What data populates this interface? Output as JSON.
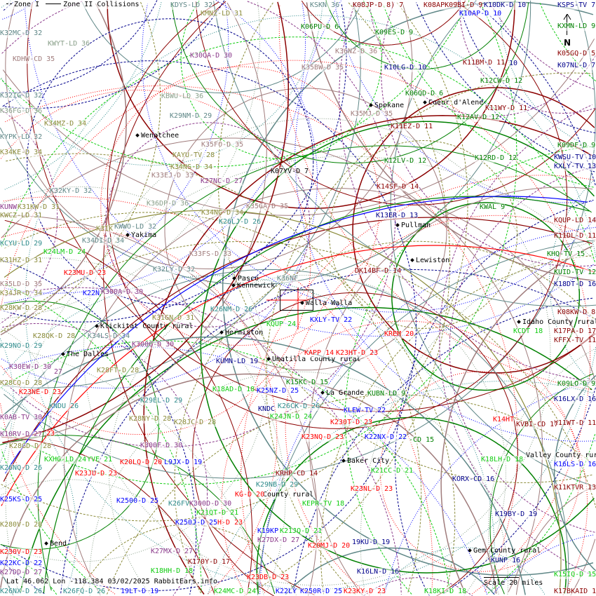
{
  "legend": {
    "zone1": "Zone I",
    "zone2": "Zone II",
    "collisions": "Collisions"
  },
  "footer": {
    "coords": "Lat 46.062 Lon -118.384 03/02/2025 RabbitEars.info"
  },
  "scale": {
    "label": "Scale 20 miles"
  },
  "compass": {
    "north": "N"
  },
  "colors": {
    "s": "#5f8787",
    "s2": "#8aa08a",
    "o": "#8b8b3a",
    "r": "#a07c7c",
    "p": "#8b3a8b",
    "R": "#ff0000",
    "d": "#8b0000",
    "b": "#0000ff",
    "n": "#00008b",
    "g": "#008000",
    "l": "#10cc10",
    "t": "#2e8b8b",
    "k": "#000000"
  },
  "labels": [
    {
      "t": "K32MC-D 32",
      "c": "s"
    },
    {
      "t": "KWYT-LD 36",
      "c": "s2"
    },
    {
      "t": "KDHW-CD 35",
      "c": "r"
    },
    {
      "t": "K32IG-D 32",
      "c": "s"
    },
    {
      "t": "K36FG-D 36",
      "c": "s2"
    },
    {
      "t": "K34MZ-D 34",
      "c": "o"
    },
    {
      "t": "KYPK-LD 32",
      "c": "s"
    },
    {
      "t": "K34KE-D 34",
      "c": "o"
    },
    {
      "t": "KDYS-LD 32",
      "c": "s"
    },
    {
      "t": "KMNZ-LD 31",
      "c": "o"
    },
    {
      "t": "K30QA-D 30",
      "c": "p"
    },
    {
      "t": "KBWU-LD 36",
      "c": "s2"
    },
    {
      "t": "K29NM-D 29",
      "c": "s"
    },
    {
      "t": "Wenatchee",
      "c": "k",
      "city": true
    },
    {
      "t": "K35FO-D 35",
      "c": "r"
    },
    {
      "t": "KAYU-TV 28",
      "c": "o"
    },
    {
      "t": "K34NS-D 34",
      "c": "o"
    },
    {
      "t": "K33EJ-D 33",
      "c": "r"
    },
    {
      "t": "K27NC-D 27",
      "c": "p"
    },
    {
      "t": "K07YV-D 7",
      "c": "k"
    },
    {
      "t": "K32KY-D 32",
      "c": "s"
    },
    {
      "t": "KUNW",
      "c": "p"
    },
    {
      "t": "K31KW-D 31",
      "c": "o"
    },
    {
      "t": "KWCZ-LD 31",
      "c": "o"
    },
    {
      "t": "K36DP-D 36",
      "c": "s2"
    },
    {
      "t": "K34NG-D 34",
      "c": "o"
    },
    {
      "t": "K35GA-D 35",
      "c": "r"
    },
    {
      "t": "K26LJ-D 26",
      "c": "t"
    },
    {
      "t": "K31K",
      "c": "o"
    },
    {
      "t": "KWWO-LD 32",
      "c": "s"
    },
    {
      "t": "Yakima",
      "c": "k",
      "city": true
    },
    {
      "t": "KCYU-LD 29",
      "c": "t"
    },
    {
      "t": "K24LM-D 24",
      "c": "l"
    },
    {
      "t": "K34DI-D 34",
      "c": "s"
    },
    {
      "t": "K33FS-D 33",
      "c": "r"
    },
    {
      "t": "K31HZ-D 31",
      "c": "o"
    },
    {
      "t": "K23MU-D 23",
      "c": "R"
    },
    {
      "t": "K32LY-D 32",
      "c": "s"
    },
    {
      "t": "Pasco",
      "c": "k",
      "city": true
    },
    {
      "t": "Kennewick",
      "c": "k",
      "city": true
    },
    {
      "t": "K36NF",
      "c": "s"
    },
    {
      "t": "K35LD-D 35",
      "c": "r"
    },
    {
      "t": "K34JR-D 34",
      "c": "o"
    },
    {
      "t": "K22N",
      "c": "b"
    },
    {
      "t": "K300A-D 30",
      "c": "p"
    },
    {
      "t": "KSKN 36",
      "c": "s"
    },
    {
      "t": "K08JP-D 8) 7",
      "c": "d"
    },
    {
      "t": "K08APK09BI-D 9",
      "c": "d"
    },
    {
      "t": "K10DK-D 10",
      "c": "n"
    },
    {
      "t": "KSPS-TV 7",
      "c": "n"
    },
    {
      "t": "K10AP-D 10",
      "c": "b"
    },
    {
      "t": "K06PU-D 6",
      "c": "g"
    },
    {
      "t": "K09ES-D 9",
      "c": "g"
    },
    {
      "t": "KXMN-LD 9",
      "c": "g"
    },
    {
      "t": "K05GQ-D 5",
      "c": "d"
    },
    {
      "t": "K36NZ-D 36",
      "c": "r"
    },
    {
      "t": "K35BW-D 35",
      "c": "r"
    },
    {
      "t": "K10LG-D 10",
      "c": "n"
    },
    {
      "t": "K11BM-D 11",
      "c": "d"
    },
    {
      "t": "10",
      "c": "n"
    },
    {
      "t": "K07NL-D 7",
      "c": "n"
    },
    {
      "t": "K12CW-D 12",
      "c": "g"
    },
    {
      "t": "K06QD-D 6",
      "c": "g"
    },
    {
      "t": "Coeur d'Alene",
      "c": "k",
      "city": true
    },
    {
      "t": "Spokane",
      "c": "k",
      "city": true
    },
    {
      "t": "K35MJ-D 35",
      "c": "r"
    },
    {
      "t": "K11WY-D 11",
      "c": "d"
    },
    {
      "t": "K12AV-D 12",
      "c": "g"
    },
    {
      "t": "K11EZ-D 11",
      "c": "d"
    },
    {
      "t": "K09DF-D 9",
      "c": "g"
    },
    {
      "t": "K12LV-D 12",
      "c": "g"
    },
    {
      "t": "K12RD-D 12",
      "c": "g"
    },
    {
      "t": "KWSU-TV 10",
      "c": "n"
    },
    {
      "t": "KXLY-TV 13",
      "c": "n"
    },
    {
      "t": "K14SF-D 14",
      "c": "d"
    },
    {
      "t": "KWAL 9",
      "c": "g"
    },
    {
      "t": "K13ER-D 13",
      "c": "n"
    },
    {
      "t": "Pullman",
      "c": "k",
      "city": true
    },
    {
      "t": "KQUP-LD 14",
      "c": "d"
    },
    {
      "t": "K11DL-D 11",
      "c": "d"
    },
    {
      "t": "KHQ-TV 15",
      "c": "g"
    },
    {
      "t": "Lewiston",
      "c": "k",
      "city": true
    },
    {
      "t": "DK14BF-D 14",
      "c": "d"
    },
    {
      "t": "KUID-TV 12",
      "c": "g"
    },
    {
      "t": "K18DT-D 16",
      "c": "n"
    },
    {
      "t": "K28KW-D 28",
      "c": "o"
    },
    {
      "t": "K26NM-D 26",
      "c": "t"
    },
    {
      "t": "K31GN-D 31",
      "c": "o"
    },
    {
      "t": "Klickitat County rural",
      "c": "k",
      "city": true
    },
    {
      "t": "KQUP 24",
      "c": "l"
    },
    {
      "t": "K28QK-D 28",
      "c": "o"
    },
    {
      "t": "K34LS-D 34",
      "c": "s"
    },
    {
      "t": "Hermiston",
      "c": "k",
      "city": true
    },
    {
      "t": "K29NO-D 29",
      "c": "t"
    },
    {
      "t": "K300G-D 30",
      "c": "p"
    },
    {
      "t": "The Dalles",
      "c": "k",
      "city": true
    },
    {
      "t": "KUMN-LD 19",
      "c": "n"
    },
    {
      "t": "Umatilla County rural",
      "c": "k",
      "city": true
    },
    {
      "t": "K30EW-D 30",
      "c": "p"
    },
    {
      "t": "27",
      "c": "p"
    },
    {
      "t": "K28FT-D 28",
      "c": "o"
    },
    {
      "t": "K28CQ-D 28",
      "c": "o"
    },
    {
      "t": "K23NE-D 23",
      "c": "R"
    },
    {
      "t": "K18AD-D 18",
      "c": "l"
    },
    {
      "t": "K25NZ-D 25",
      "c": "b"
    },
    {
      "t": "K15KC-D 15",
      "c": "g"
    },
    {
      "t": "K29EL-D 29",
      "c": "t"
    },
    {
      "t": "KNDU 26",
      "c": "t"
    },
    {
      "t": "KNDC",
      "c": "n"
    },
    {
      "t": "K26CK-D 26",
      "c": "t"
    },
    {
      "t": "K0AB-TV 30",
      "c": "p"
    },
    {
      "t": "K28NY-D 28",
      "c": "o"
    },
    {
      "t": "K28JC-D 28",
      "c": "o"
    },
    {
      "t": "K24JN-D 24",
      "c": "l"
    },
    {
      "t": "K10RV-D 27",
      "c": "p"
    },
    {
      "t": "23",
      "c": "R"
    },
    {
      "t": "K28GD-D 28",
      "c": "o"
    },
    {
      "t": "K300F-D 30",
      "c": "p"
    },
    {
      "t": "KXHG-LD 24",
      "c": "l"
    },
    {
      "t": "YVE 21",
      "c": "l"
    },
    {
      "t": "K20LQ-D 20",
      "c": "R"
    },
    {
      "t": "L9JX-D 19",
      "c": "b"
    },
    {
      "t": "K26NQ-D 26",
      "c": "t"
    },
    {
      "t": "K23JU-D 23",
      "c": "R"
    },
    {
      "t": "KRHP-CD 14",
      "c": "d"
    },
    {
      "t": "K29NB-D 29",
      "c": "t"
    },
    {
      "t": "County rural",
      "c": "k"
    },
    {
      "t": "K25KS-D 25",
      "c": "b"
    },
    {
      "t": "K2500-D 25",
      "c": "b"
    },
    {
      "t": "K26FV",
      "c": "t"
    },
    {
      "t": "K300D-D 30",
      "c": "p"
    },
    {
      "t": "KG-D 20",
      "c": "R"
    },
    {
      "t": "K21QT-D 21",
      "c": "l"
    },
    {
      "t": "K250J-D 25",
      "c": "b"
    },
    {
      "t": "H-D 23",
      "c": "R"
    },
    {
      "t": "K19KP",
      "c": "b"
    },
    {
      "t": "K21JQ-D 21",
      "c": "l"
    },
    {
      "t": "K280V-D 28",
      "c": "o"
    },
    {
      "t": "K27DX-D 27",
      "c": "p"
    },
    {
      "t": "Bend",
      "c": "k",
      "city": true
    },
    {
      "t": "K230V-D 23",
      "c": "R"
    },
    {
      "t": "K27MX-D 27",
      "c": "p"
    },
    {
      "t": "K170Y-D 17",
      "c": "d"
    },
    {
      "t": "K22KC-D 22",
      "c": "b"
    },
    {
      "t": "K18HH-D 18",
      "c": "l"
    },
    {
      "t": "K23DB-D 23",
      "c": "R"
    },
    {
      "t": "K27DD-D 27",
      "c": "p"
    },
    {
      "t": "K26NX-D 26",
      "c": "t"
    },
    {
      "t": "K26FQ-D 26",
      "c": "t"
    },
    {
      "t": "19LT-D 19",
      "c": "b"
    },
    {
      "t": "K24MC-D 24",
      "c": "l"
    },
    {
      "t": "K22LY",
      "c": "b"
    },
    {
      "t": "Walla Walla",
      "c": "k",
      "city": true
    },
    {
      "t": "KXLY-TV 22",
      "c": "b"
    },
    {
      "t": "KREM 20",
      "c": "R"
    },
    {
      "t": "Idaho County rural",
      "c": "k",
      "city": true
    },
    {
      "t": "K08KW-D 8",
      "c": "d"
    },
    {
      "t": "KCDT 18",
      "c": "l"
    },
    {
      "t": "K17PA-D 17",
      "c": "d"
    },
    {
      "t": "KFFX-TV 11",
      "c": "d"
    },
    {
      "t": "KAPP 14",
      "c": "R"
    },
    {
      "t": "K23HT-D 23",
      "c": "R"
    },
    {
      "t": "K09LO-D 9",
      "c": "g"
    },
    {
      "t": "La Grande",
      "c": "k",
      "city": true
    },
    {
      "t": "KUBN-LD 9",
      "c": "g"
    },
    {
      "t": "K16LX-D 16",
      "c": "n"
    },
    {
      "t": "KLEW-TV 22",
      "c": "b"
    },
    {
      "t": "K230T-D 23",
      "c": "R"
    },
    {
      "t": "K11WT-D 11",
      "c": "d"
    },
    {
      "t": "K14HT",
      "c": "R"
    },
    {
      "t": "KVBI-CD 17",
      "c": "d"
    },
    {
      "t": "K23NQ-D 23",
      "c": "R"
    },
    {
      "t": "K22NX-D 22",
      "c": "b"
    },
    {
      "t": "-CD 15",
      "c": "g"
    },
    {
      "t": "Valley County rural",
      "c": "k"
    },
    {
      "t": "K18LH-D 18",
      "c": "l"
    },
    {
      "t": "Baker City",
      "c": "k",
      "city": true
    },
    {
      "t": "K21CC-D 21",
      "c": "l"
    },
    {
      "t": "K16LS-D 16",
      "c": "b"
    },
    {
      "t": "KORX-CD 16",
      "c": "n"
    },
    {
      "t": "K11KTVR 13",
      "c": "d"
    },
    {
      "t": "K23NL-D 23",
      "c": "R"
    },
    {
      "t": "KEPR-TV 18",
      "c": "l"
    },
    {
      "t": "K19BY-D 19",
      "c": "n"
    },
    {
      "t": "K20MJ-D 20",
      "c": "R"
    },
    {
      "t": "19KU-D 19",
      "c": "n"
    },
    {
      "t": "Gem County rural",
      "c": "k",
      "city": true
    },
    {
      "t": "KUNP 16",
      "c": "n"
    },
    {
      "t": "K16LN-D 16",
      "c": "n"
    },
    {
      "t": "K250R-D 25",
      "c": "b"
    },
    {
      "t": "K23KY-D 23",
      "c": "R"
    },
    {
      "t": "K18KI-D 18",
      "c": "l"
    },
    {
      "t": "K15IQ-D 15",
      "c": "l"
    },
    {
      "t": "K17BKAID 17",
      "c": "d"
    }
  ]
}
